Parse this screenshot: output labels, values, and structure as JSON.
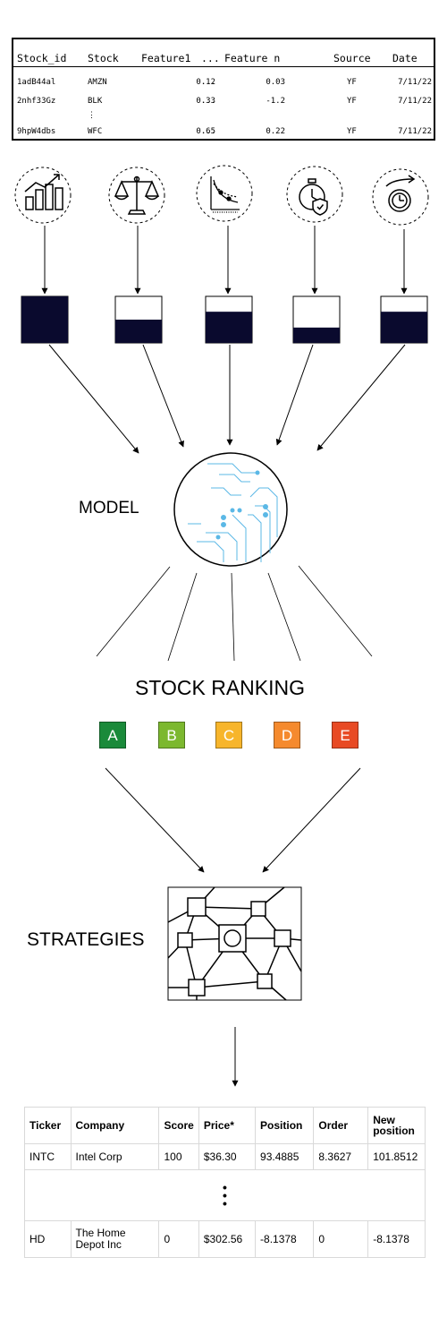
{
  "feature_table": {
    "headers": [
      "Stock_id",
      "Stock",
      "Feature1",
      "...",
      "Feature n",
      "Source",
      "Date"
    ],
    "rows": [
      {
        "id": "1adB44al",
        "stock": "AMZN",
        "f1": "0.12",
        "ellipsis": "...",
        "fn": "0.03",
        "source": "YF",
        "date": "7/11/22"
      },
      {
        "id": "2nhf33Gz",
        "stock": "BLK",
        "f1": "0.33",
        "ellipsis": "...",
        "fn": "-1.2",
        "source": "YF",
        "date": "7/11/22"
      },
      {
        "id": "9hpW4dbs",
        "stock": "WFC",
        "f1": "0.65",
        "ellipsis": "...",
        "fn": "0.22",
        "source": "YF",
        "date": "7/11/22"
      }
    ],
    "vertical_ellipsis": "⋮"
  },
  "feature_icons": [
    {
      "name": "growth-chart-icon"
    },
    {
      "name": "balance-scale-icon"
    },
    {
      "name": "decay-curve-icon"
    },
    {
      "name": "stopwatch-shield-icon"
    },
    {
      "name": "clock-arrow-icon"
    }
  ],
  "feature_bars": {
    "fill_color": "#0a0a2e",
    "fill_levels": [
      1.0,
      0.5,
      0.67,
      0.33,
      0.67
    ]
  },
  "model": {
    "label": "MODEL",
    "circuit_color": "#5bb8e6"
  },
  "ranking": {
    "label": "STOCK RANKING",
    "grades": [
      {
        "letter": "A",
        "color": "#1a8a3a"
      },
      {
        "letter": "B",
        "color": "#7cb82f"
      },
      {
        "letter": "C",
        "color": "#f7b52b"
      },
      {
        "letter": "D",
        "color": "#f58a2e"
      },
      {
        "letter": "E",
        "color": "#e84a24"
      }
    ]
  },
  "strategies": {
    "label": "STRATEGIES"
  },
  "orders_table": {
    "headers": {
      "ticker": "Ticker",
      "company": "Company",
      "score": "Score",
      "price": "Price*",
      "position": "Position",
      "order": "Order",
      "new_position": "New position"
    },
    "rows": [
      {
        "ticker": "INTC",
        "company": "Intel Corp",
        "score": "100",
        "price": "$36.30",
        "position": "93.4885",
        "order": "8.3627",
        "new_position": "101.8512"
      },
      {
        "ticker": "HD",
        "company": "The Home Depot Inc",
        "score": "0",
        "price": "$302.56",
        "position": "-8.1378",
        "order": "0",
        "new_position": "-8.1378"
      }
    ],
    "gap_ellipsis": "•"
  }
}
